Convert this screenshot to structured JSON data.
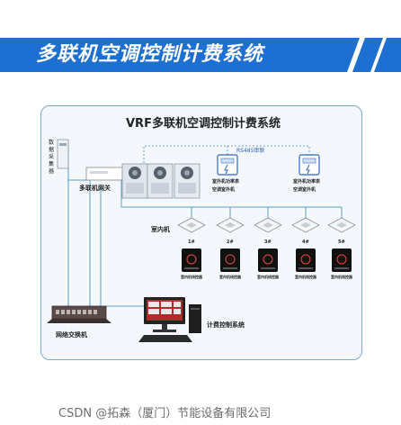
{
  "header": {
    "title": "多联机空调控制计费系统"
  },
  "diagram": {
    "title": "VRF多联机空调控制计费系统",
    "collector_label": "数据采集器",
    "gateway_label": "多联机网关",
    "bus_label": "RS485串联",
    "meter_labels": [
      {
        "line1": "室外机功率表",
        "line2": "空调室外机"
      },
      {
        "line1": "室外机功率表",
        "line2": "空调室外机"
      }
    ],
    "indoor_label": "室内机",
    "indoor_units": [
      "1#",
      "2#",
      "3#",
      "4#",
      "5#"
    ],
    "controller_label": "室内机线控器",
    "switch_label": "网络交换机",
    "computer_label": "计费控制系统"
  },
  "footer": {
    "credit": "CSDN @拓森（厦门）节能设备有限公司"
  },
  "colors": {
    "banner": "#1d6fd1",
    "frame": "#7fa6d6",
    "wire": "#5a9ec8",
    "rs485": "#2d66c4"
  }
}
